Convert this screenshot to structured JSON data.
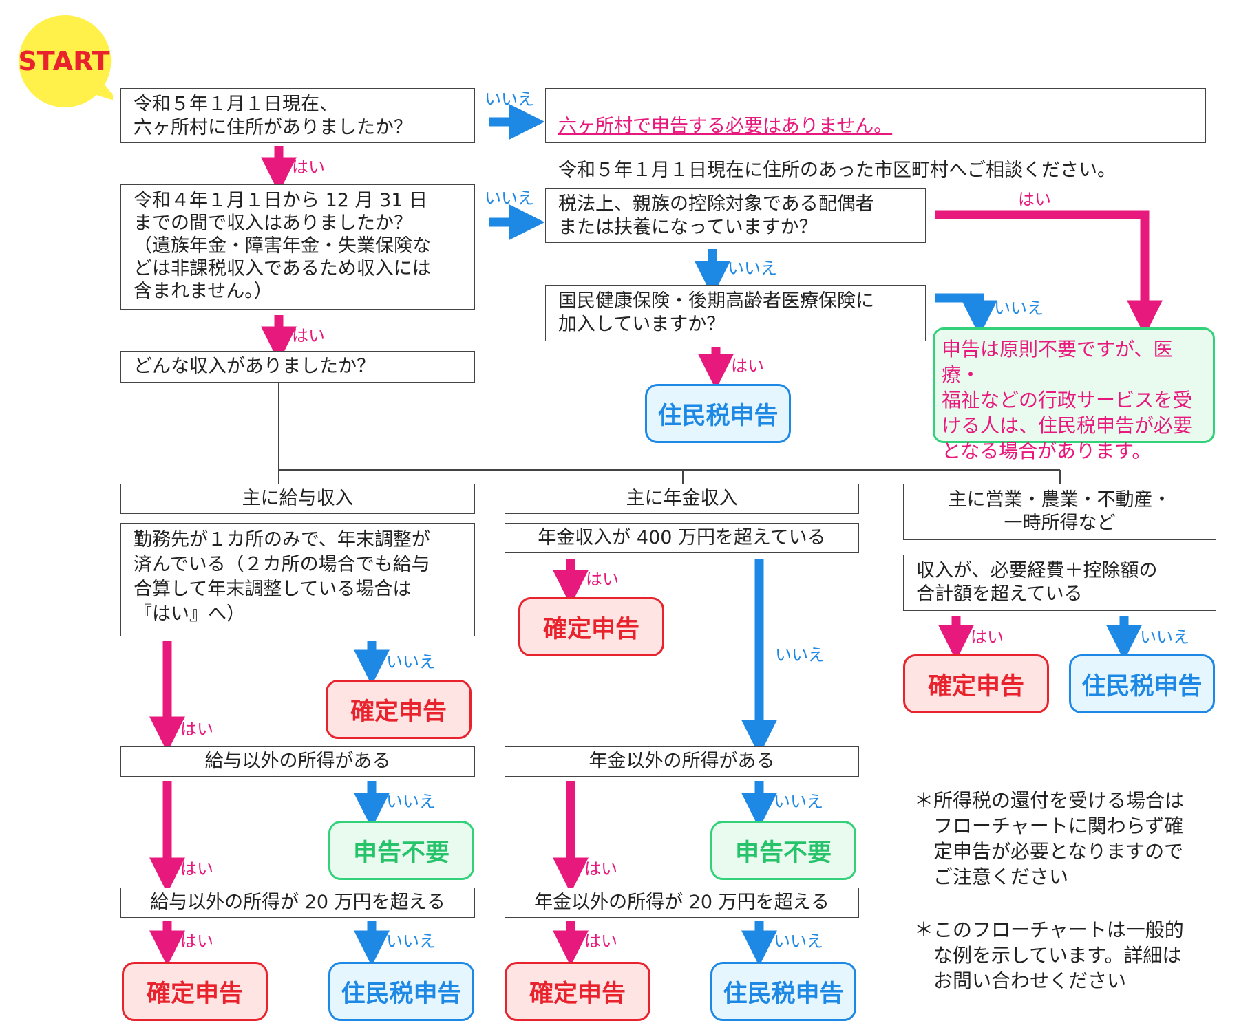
{
  "start_label": "START",
  "q1": {
    "text": "令和５年１月１日現在、\n六ヶ所村に住所がありましたか？"
  },
  "r1": {
    "line1": "六ヶ所村で申告する必要はありません。",
    "line2": "令和５年１月１日現在に住所のあった市区町村へご相談ください。"
  },
  "q2": {
    "text": "令和４年１月１日から 12 月 31 日\nまでの間で収入はありましたか？\n（遺族年金・障害年金・失業保険な\nどは非課税収入であるため収入には\n含まれません。）"
  },
  "q3": {
    "text": "税法上、親族の控除対象である配偶者\nまたは扶養になっていますか？"
  },
  "q4": {
    "text": "国民健康保険・後期高齢者医療保険に\n加入していますか？"
  },
  "q5": {
    "text": "どんな収入がありましたか？"
  },
  "info": {
    "text": "申告は原則不要ですが、医療・\n福祉などの行政サービスを受\nける人は、住民税申告が必要\nとなる場合があります。"
  },
  "cat_salary": "主に給与収入",
  "cat_pension": "主に年金収入",
  "cat_business": "主に営業・農業・不動産・\n一時所得など",
  "salary_q1": "勤務先が１カ所のみで、年末調整が\n済んでいる（２カ所の場合でも給与\n合算して年末調整している場合は\n『はい』へ）",
  "salary_q2": "給与以外の所得がある",
  "salary_q3": "給与以外の所得が 20 万円を超える",
  "pension_q1": "年金収入が 400 万円を超えている",
  "pension_q2": "年金以外の所得がある",
  "pension_q3": "年金以外の所得が 20 万円を超える",
  "business_q1": "収入が、必要経費＋控除額の\n合計額を超えている",
  "results": {
    "kakutei": "確定申告",
    "jumin": "住民税申告",
    "fuyo": "申告不要"
  },
  "labels": {
    "yes": "はい",
    "no": "いいえ"
  },
  "notes": {
    "note1": "＊所得税の還付を受ける場合は\n　フローチャートに関わらず確\n　定申告が必要となりますので\n　ご注意ください",
    "note2": "＊このフローチャートは一般的\n　な例を示しています。詳細は\n　お問い合わせください"
  },
  "colors": {
    "yes": "#e8197d",
    "no": "#1e88e5",
    "kakutei": "#e8232d",
    "jumin": "#1e88e5",
    "fuyo": "#33d17a",
    "start_bg": "#fff04a"
  }
}
